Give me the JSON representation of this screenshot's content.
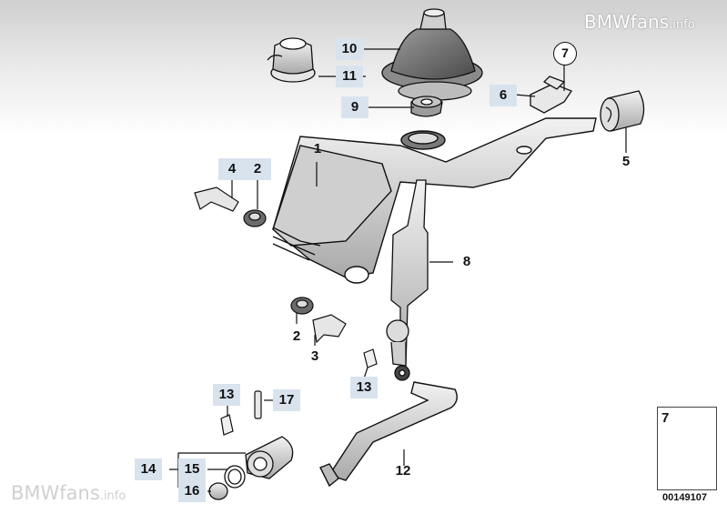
{
  "watermark_top": {
    "brand": "BMWfans",
    "suffix": ".info"
  },
  "watermark_bottom": {
    "brand": "BMWfans",
    "suffix": ".info"
  },
  "callouts": {
    "c1": "1",
    "c2a": "2",
    "c2b": "2",
    "c3": "3",
    "c4": "4",
    "c5": "5",
    "c6": "6",
    "c7": "7",
    "c8": "8",
    "c9": "9",
    "c10": "10",
    "c11": "11",
    "c12": "12",
    "c13a": "13",
    "c13b": "13",
    "c14": "14",
    "c15": "15",
    "c16": "16",
    "c17": "17"
  },
  "legend": {
    "number": "7",
    "icons": [
      "hex-nut-icon",
      "arrow-icon"
    ]
  },
  "catalog_number": "00149107",
  "colors": {
    "callout_bg": "#d9e3ee",
    "line": "#111111",
    "part_fill": "#d8d8d8"
  }
}
